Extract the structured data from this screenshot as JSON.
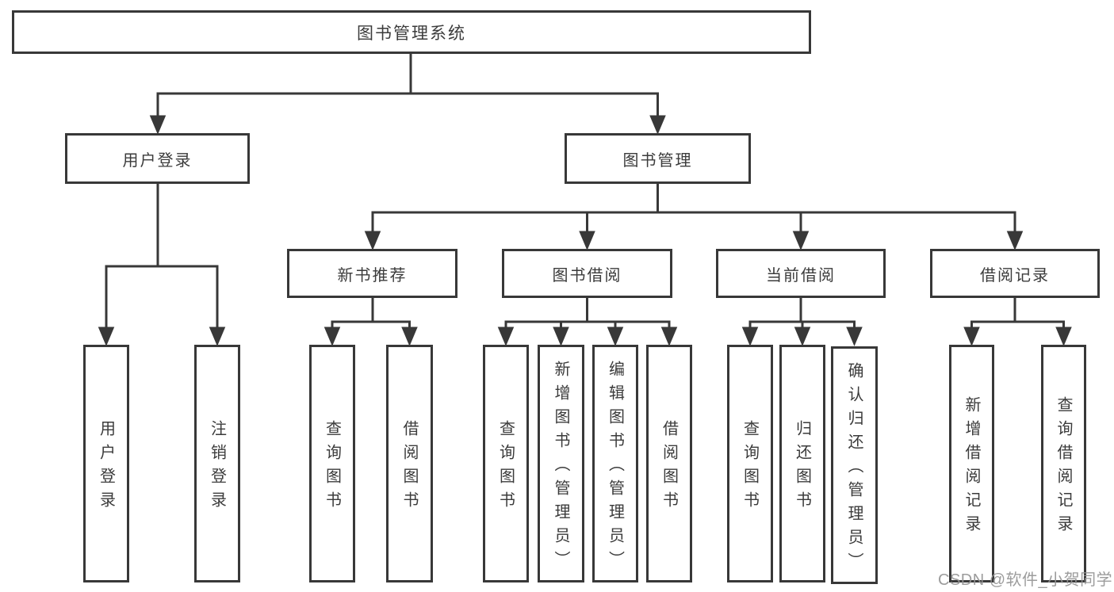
{
  "diagram": {
    "title_node": {
      "label": "图书管理系统"
    },
    "level2": [
      {
        "label": "用户登录"
      },
      {
        "label": "图书管理"
      }
    ],
    "level3": [
      {
        "label": "新书推荐"
      },
      {
        "label": "图书借阅"
      },
      {
        "label": "当前借阅"
      },
      {
        "label": "借阅记录"
      }
    ],
    "leaves": [
      {
        "label": "用户登录"
      },
      {
        "label": "注销登录"
      },
      {
        "label": "查询图书"
      },
      {
        "label": "借阅图书"
      },
      {
        "label": "查询图书"
      },
      {
        "label": "新增图书（管理员）"
      },
      {
        "label": "编辑图书（管理员）"
      },
      {
        "label": "借阅图书"
      },
      {
        "label": "查询图书"
      },
      {
        "label": "归还图书"
      },
      {
        "label": "确认归还（管理员）"
      },
      {
        "label": "新增借阅记录"
      },
      {
        "label": "查询借阅记录"
      }
    ],
    "watermark": "CSDN @软件_小贺同学",
    "line_color": "#383838"
  }
}
